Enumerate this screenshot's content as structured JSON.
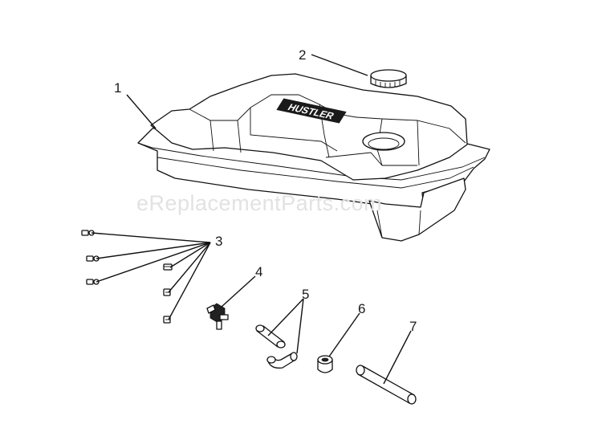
{
  "watermark": "eReplacementParts.com",
  "tank_emblem": "HUSTLER",
  "callouts": [
    {
      "id": "1",
      "label": "1"
    },
    {
      "id": "2",
      "label": "2"
    },
    {
      "id": "3",
      "label": "3"
    },
    {
      "id": "4",
      "label": "4"
    },
    {
      "id": "5",
      "label": "5"
    },
    {
      "id": "6",
      "label": "6"
    },
    {
      "id": "7",
      "label": "7"
    }
  ],
  "colors": {
    "line": "#111111",
    "watermark": "#e2e2e2",
    "background": "#ffffff"
  }
}
